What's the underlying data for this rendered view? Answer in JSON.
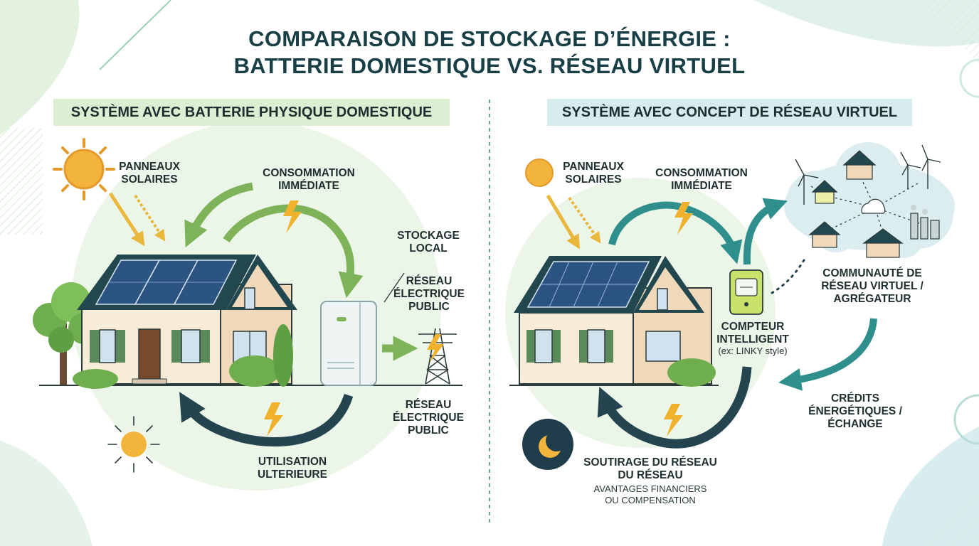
{
  "title": {
    "line1": "COMPARAISON DE STOCKAGE D’ÉNERGIE :",
    "line2": "BATTERIE DOMESTIQUE VS. RÉSEAU VIRTUEL"
  },
  "left": {
    "heading": "SYSTÈME AVEC BATTERIE PHYSIQUE DOMESTIQUE",
    "solar": [
      "PANNEAUX",
      "SOLAIRES"
    ],
    "consumption": [
      "CONSOMMATION",
      "IMMÉDIATE"
    ],
    "storage": [
      "STOCKAGE",
      "LOCAL"
    ],
    "grid_upper": [
      "RÉSEAU",
      "ÉLECTRIQUE",
      "PUBLIC"
    ],
    "grid_lower": [
      "RÉSEAU",
      "ÉLECTRIQUE",
      "PUBLIC"
    ],
    "later_use": [
      "UTILISATION",
      "ULTERIEURE"
    ]
  },
  "right": {
    "heading": "SYSTÈME AVEC CONCEPT DE RÉSEAU VIRTUEL",
    "solar": [
      "PANNEAUX",
      "SOLAIRES"
    ],
    "consumption": [
      "CONSOMMATION",
      "IMMÉDIATE"
    ],
    "meter": [
      "COMPTEUR",
      "INTELLIGENT"
    ],
    "meter_note": "(ex: LINKY style)",
    "community": [
      "COMMUNAUTÉ DE",
      "RÉSEAU VIRTUEL /",
      "AGRÉGATEUR"
    ],
    "credits": [
      "CRÉDITS",
      "ÉNERGÉTIQUES /",
      "ÉCHANGE"
    ],
    "withdrawal": [
      "SOUTIRAGE DU RÉSEAU",
      "DU RÉSEAU"
    ],
    "benefits": [
      "AVANTAGES FINANCIERS",
      "OU COMPENSATION"
    ]
  },
  "colors": {
    "title": "#173f45",
    "banner_left": "#dcefd3",
    "banner_right": "#d6ecef",
    "arrow_green": "#7fb35a",
    "arrow_teal": "#2f8f8c",
    "arrow_dark": "#24454f",
    "sun": "#f2b43a",
    "bolt": "#f0b12c"
  }
}
